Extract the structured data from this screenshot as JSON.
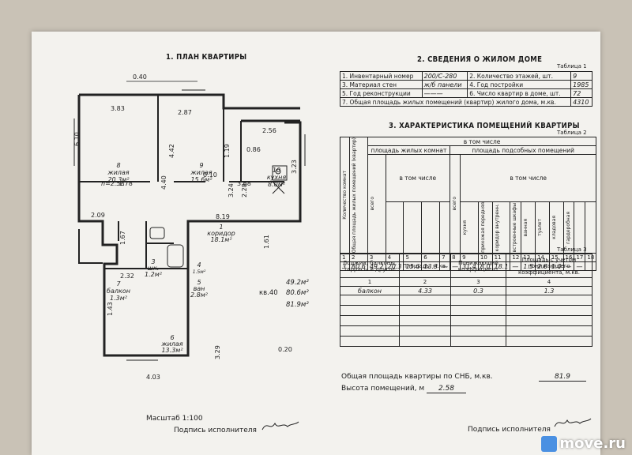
{
  "plan": {
    "title": "1. ПЛАН КВАРТИРЫ",
    "dims": {
      "d040": "0.40",
      "d383": "3.83",
      "d287": "2.87",
      "d119": "1.19",
      "d086": "0.86",
      "d256": "2.56",
      "d610": "6.10",
      "d440": "4.40",
      "d442": "4.42",
      "d324": "3.24",
      "d228": "2.28",
      "d323": "3.23",
      "d010": "0.10",
      "d368": "3.68",
      "d178": "1.78",
      "d209": "2.09",
      "d167": "1.67",
      "d161": "1.61",
      "d819": "8.19",
      "d143": "1.43",
      "d232": "2.32",
      "d329": "3.29",
      "d020": "0.20",
      "d403": "4.03",
      "h": "h=2.58"
    },
    "rooms": [
      {
        "num": "8",
        "name": "жилая",
        "area": "20.3м²"
      },
      {
        "num": "9",
        "name": "жилая",
        "area": "15.6м²"
      },
      {
        "num": "10",
        "name": "кухня",
        "area": "8.0м²"
      },
      {
        "num": "1",
        "name": "коридор",
        "area": "18.1м²"
      },
      {
        "num": "3",
        "name": "шк.",
        "area": "1.2м²"
      },
      {
        "num": "4",
        "name": "",
        "area": "1.5м²"
      },
      {
        "num": "5",
        "name": "ван",
        "area": "2.8м²"
      },
      {
        "num": "6",
        "name": "жилая",
        "area": "13.3м²"
      },
      {
        "num": "7",
        "name": "балкон",
        "area": "1.3м²"
      }
    ],
    "kv": "кв.40",
    "areas": [
      "49.2м²",
      "80.6м²",
      "81.9м²"
    ],
    "scale": "Масштаб 1:100",
    "signature": "Подпись исполнителя"
  },
  "house": {
    "title": "2. СВЕДЕНИЯ О ЖИЛОМ ДОМЕ",
    "table_label": "Таблица 1",
    "rows": [
      [
        "1. Инвентарный номер",
        "200/С-280",
        "2. Количество этажей, шт.",
        "9"
      ],
      [
        "3. Материал стен",
        "ж/б панели",
        "4. Год постройки",
        "1985"
      ],
      [
        "5. Год реконструкции",
        "———",
        "6. Число квартир в доме, шт.",
        "72"
      ]
    ],
    "row7": [
      "7. Общая площадь жилых помещений (квартир) жилого дома, м.кв.",
      "4310"
    ]
  },
  "rooms_char": {
    "title": "3. ХАРАКТЕРИСТИКА ПОМЕЩЕНИЙ КВАРТИРЫ",
    "table_label": "Таблица 2",
    "h_count": "Количество комнат",
    "h_total": "Общая площадь жилых помещений (квартир)",
    "h_incl": "в том числе",
    "h_living": "площадь жилых комнат",
    "h_aux": "площадь подсобных помещений",
    "h_incl2": "в том числе",
    "h_incl3": "в том числе",
    "h_all": "всего",
    "h_all2": "всего",
    "aux_cols": [
      "кухня",
      "прихожая передняя",
      "коридор внутренн.",
      "встроенные шкафы",
      "ванная",
      "туалет",
      "кладовая",
      "гардеробная"
    ],
    "col_nums": [
      "1",
      "2",
      "3",
      "4",
      "5",
      "6",
      "7",
      "8",
      "9",
      "10",
      "11",
      "12",
      "13",
      "14",
      "15",
      "16",
      "17",
      "18"
    ],
    "values": [
      "3",
      "80.6",
      "49.2",
      "20.3",
      "15.6",
      "13.3",
      "—",
      "—",
      "31.4",
      "8.0",
      "18.1",
      "—",
      "1.5",
      "2.8",
      "1.0",
      "—",
      "—",
      ""
    ]
  },
  "loggia": {
    "table_label": "Таблица 3",
    "headers": [
      "Лоджии, балконы, террасы и другое",
      "Площадь, м.кв.",
      "Понижающий коэффициент",
      "Площадь с учетом понижающего коэффициента, м.кв."
    ],
    "nums": [
      "1",
      "2",
      "3",
      "4"
    ],
    "row": [
      "балкон",
      "4.33",
      "0.3",
      "1.3"
    ]
  },
  "summary": {
    "total_label": "Общая площадь квартиры по СНБ, м.кв.",
    "total_value": "81.9",
    "height_label": "Высота помещений, м",
    "height_value": "2.58",
    "signature": "Подпись исполнителя"
  },
  "watermark": "move.ru"
}
